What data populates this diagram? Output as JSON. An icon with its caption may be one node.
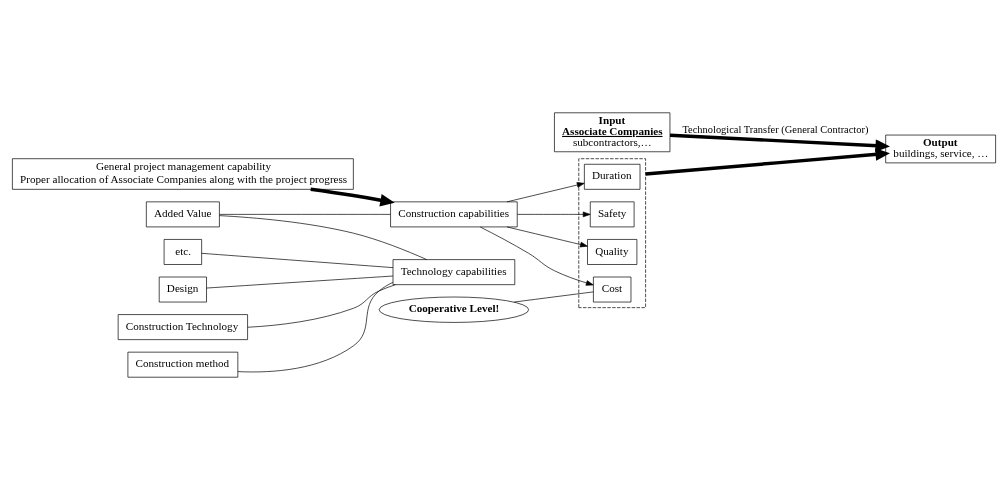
{
  "diagram": {
    "nodes": [
      {
        "text": [
          "Input",
          "Associate Companies",
          "subcontractors,…"
        ]
      },
      {
        "text": [
          "Output",
          "buildings, service, …"
        ]
      },
      {
        "text": [
          "Added Value"
        ]
      },
      {
        "text": [
          "Design"
        ]
      },
      {
        "text": [
          "Construction Technology"
        ]
      },
      {
        "text": [
          "Construction method"
        ]
      },
      {
        "text": [
          "etc."
        ]
      },
      {
        "text": [
          "Technology capabilities"
        ]
      },
      {
        "text": [
          "Construction capabilities"
        ]
      },
      {
        "text": [],
        "shape": "box"
      },
      {
        "text": [
          "Quality"
        ],
        "in": 9
      },
      {
        "text": [
          "Cost"
        ],
        "in": 9
      },
      {
        "text": [
          "Duration"
        ],
        "in": 9
      },
      {
        "text": [
          "Safety"
        ],
        "in": 9
      },
      {
        "text": [
          "Cooperative Level!"
        ]
      },
      {
        "text": [
          "General project management capability",
          "Proper allocation of Associate Companies along with the project progress"
        ]
      }
    ],
    "edges": [
      {
        "from": 0,
        "to": 1,
        "arrow": "to",
        "label": "Technological Transfer (General Contractor)",
        "style": "thick"
      },
      {
        "from": 2,
        "to": 7,
        "arrow": "none"
      },
      {
        "from": 2,
        "to": 8,
        "arrow": "none"
      },
      {
        "from": 3,
        "to": 7,
        "arrow": "none"
      },
      {
        "from": 4,
        "to": 7,
        "arrow": "none"
      },
      {
        "from": 5,
        "to": 7,
        "arrow": "none"
      },
      {
        "from": 6,
        "to": 7,
        "arrow": "none"
      },
      {
        "from": 8,
        "to": 10,
        "arrow": "to"
      },
      {
        "from": 8,
        "to": 11,
        "arrow": "to"
      },
      {
        "from": 8,
        "to": 12,
        "arrow": "to"
      },
      {
        "from": 8,
        "to": 13,
        "arrow": "to"
      },
      {
        "from": 9,
        "to": 1,
        "arrow": "to",
        "style": "thick"
      },
      {
        "from": 15,
        "to": 8,
        "arrow": "to",
        "style": "thick"
      },
      {
        "from": 14,
        "to": 11,
        "arrow": "none"
      }
    ]
  }
}
